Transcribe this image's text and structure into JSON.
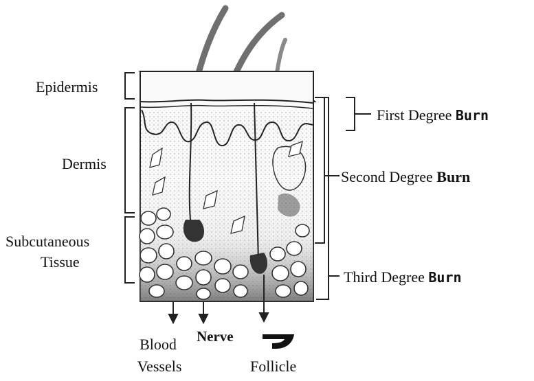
{
  "layers": {
    "epidermis": "Epidermis",
    "dermis": "Dermis",
    "subcutaneous_line1": "Subcutaneous",
    "subcutaneous_line2": "Tissue"
  },
  "burns": {
    "first_prefix": "First Degree ",
    "first_word": "Burn",
    "second_prefix": "Second Degree ",
    "second_word": "Burn",
    "third_prefix": "Third Degree ",
    "third_word": "Burn"
  },
  "structures": {
    "blood_line1": "Blood",
    "blood_line2": "Vessels",
    "nerve": "Nerve",
    "follicle": "Follicle"
  }
}
